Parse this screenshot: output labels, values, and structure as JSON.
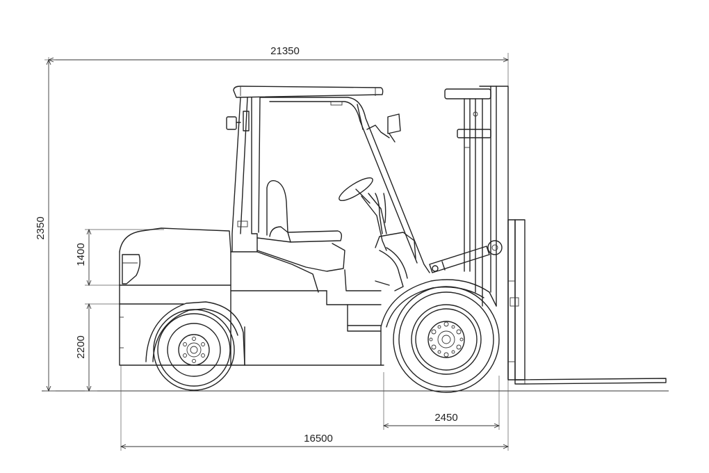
{
  "diagram": {
    "subject": "forklift side elevation",
    "line_color": "#222222",
    "background": "#ffffff"
  },
  "dimensions": {
    "overall_length": "21350",
    "overall_height": "2350",
    "body_height": "1400",
    "lower_height": "2200",
    "front_overhang": "2450",
    "wheelbase_length": "16500"
  }
}
